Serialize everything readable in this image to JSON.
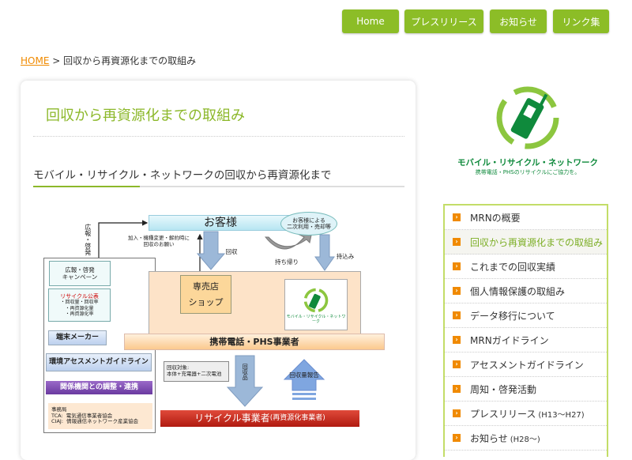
{
  "header": {
    "nav": [
      "Home",
      "プレスリリース",
      "お知らせ",
      "リンク集"
    ]
  },
  "breadcrumb": {
    "home": "HOME",
    "separator": ">",
    "current": "回収から再資源化までの取組み"
  },
  "main": {
    "title": "回収から再資源化までの取組み",
    "subtitle": "モバイル・リサイクル・ネットワークの回収から再資源化まで",
    "diagram": {
      "customer": "お客様",
      "secondary_use": "お客様による\n二次利用・売却等",
      "pr": "広報・啓発",
      "request": "加入・機種変更・解約時に\n回収のお願い",
      "collect": "回収",
      "take_home": "持ち帰り",
      "bring_in": "持込み",
      "campaign_title": "広報・啓発",
      "campaign": "キャンペーン",
      "recycle_pub": "リサイクル公表",
      "recycle_items": "・回収量・回収率\n・再資源化量\n・再資源化率",
      "maker": "端末メーカー",
      "assessment": "環境アセスメントガイドライン",
      "coordination": "関係機関との調整・連携",
      "office": "事務局\nTCA:  電気通信事業者協会\nCIAJ:  情報通信ネットワーク産業協会",
      "shop1": "専売店",
      "shop2": "ショップ",
      "carrier": "携帯電話・PHS事業者",
      "target": "回収対象:\n本体+充電器+二次電池",
      "collected": "回収品",
      "report": "回収量報告",
      "recycler": "リサイクル事業者",
      "recycler_sub": "(再資源化事業者)",
      "logo_text": "モバイル・リサイクル・ネットワーク"
    }
  },
  "sidebar": {
    "logo": {
      "name": "モバイル・リサイクル・ネットワーク",
      "tagline": "携帯電話・PHSのリサイクルにご協力を。"
    },
    "items": [
      {
        "label": "MRNの概要",
        "note": ""
      },
      {
        "label": "回収から再資源化までの取組み",
        "note": ""
      },
      {
        "label": "これまでの回収実績",
        "note": ""
      },
      {
        "label": "個人情報保護の取組み",
        "note": ""
      },
      {
        "label": "データ移行について",
        "note": ""
      },
      {
        "label": "MRNガイドライン",
        "note": ""
      },
      {
        "label": "アセスメントガイドライン",
        "note": ""
      },
      {
        "label": "周知・啓発活動",
        "note": ""
      },
      {
        "label": "プレスリリース",
        "note": "(H13～H27)"
      },
      {
        "label": "お知らせ",
        "note": "(H28～)"
      }
    ]
  },
  "colors": {
    "brand_green": "#8cbd27",
    "logo_green": "#0f8a3c",
    "accent_orange": "#f08a00"
  }
}
